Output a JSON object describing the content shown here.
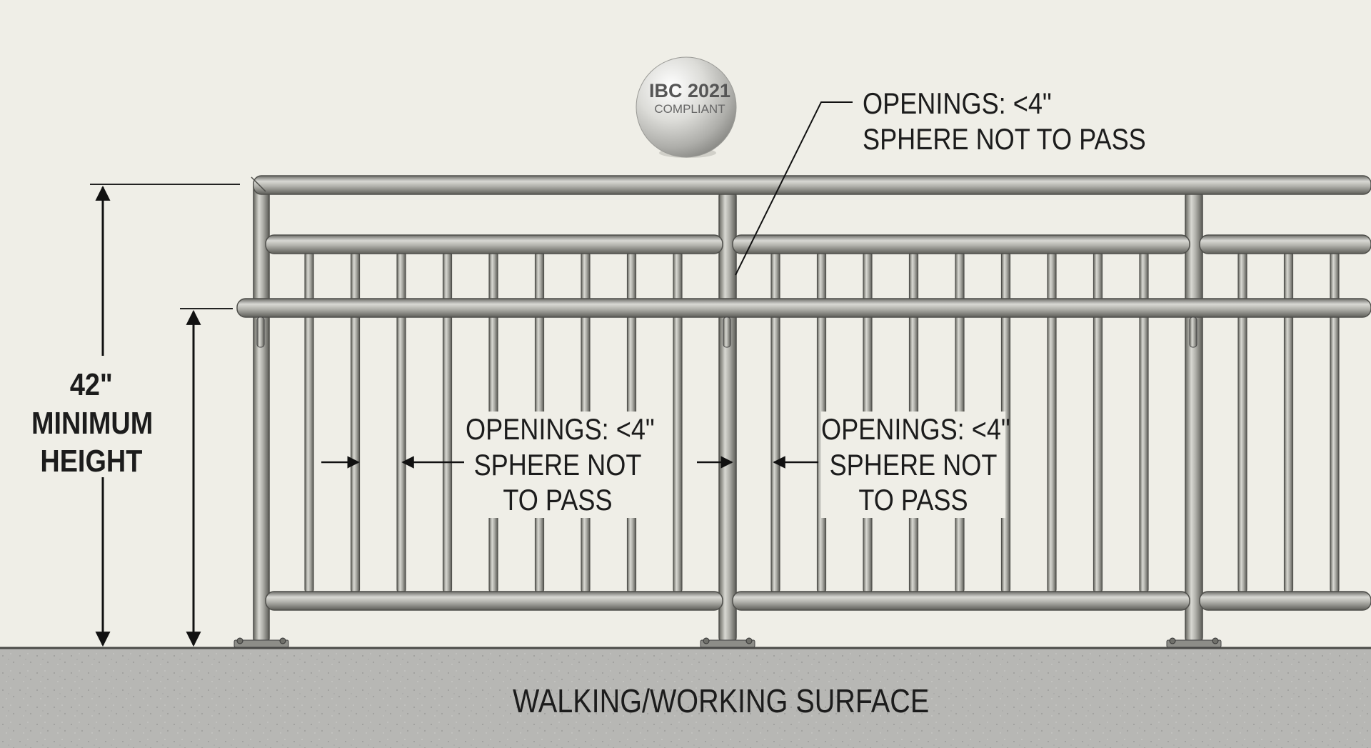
{
  "badge": {
    "line1": "IBC 2021",
    "line2": "COMPLIANT",
    "icon": "compliance-sphere-icon"
  },
  "height_label": {
    "line1": "42\"",
    "line2": "MINIMUM",
    "line3": "HEIGHT"
  },
  "top_callout": {
    "line1": "OPENINGS: <4\"",
    "line2": "SPHERE NOT TO PASS"
  },
  "middle_callout_left": {
    "line1": "OPENINGS: <4\"",
    "line2": "SPHERE NOT",
    "line3": "TO PASS"
  },
  "middle_callout_right": {
    "line1": "OPENINGS: <4\"",
    "line2": "SPHERE NOT",
    "line3": "TO PASS"
  },
  "surface_label": "WALKING/WORKING SURFACE",
  "colors": {
    "background": "#efeee7",
    "ground": "#b5b5b2",
    "rail": "#a7a7a1",
    "rail_dark": "#5d5d58",
    "ink": "#1c1c1c"
  }
}
